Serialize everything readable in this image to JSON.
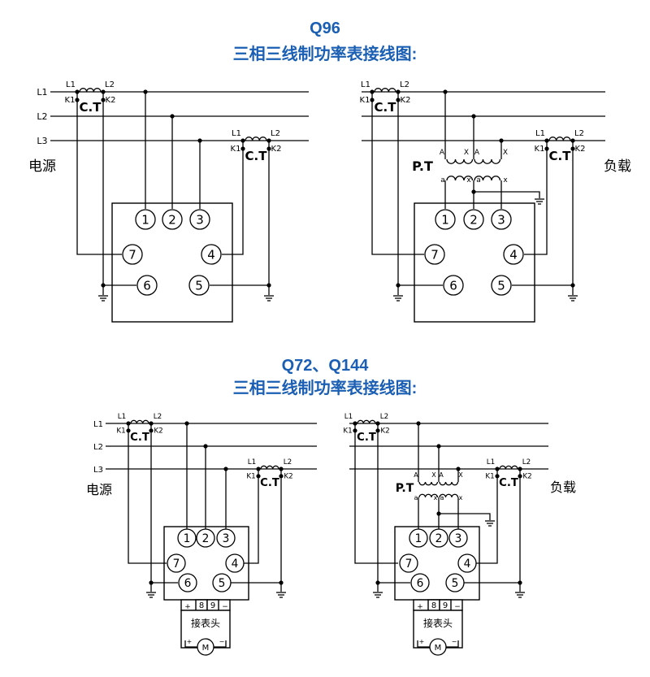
{
  "titles": {
    "q96_model": "Q96",
    "q96_caption": "三相三线制功率表接线图:",
    "q72_model": "Q72、Q144",
    "q72_caption": "三相三线制功率表接线图:"
  },
  "labels": {
    "L1": "L1",
    "L2": "L2",
    "L3": "L3",
    "K1": "K1",
    "K2": "K2",
    "ct": "C.T",
    "pt": "P.T",
    "source": "电源",
    "load": "负载",
    "A": "A",
    "X": "X",
    "a": "a",
    "x": "x",
    "connector": "接表头",
    "motor": "M",
    "plus": "+",
    "minus": "−"
  },
  "terminals": [
    "1",
    "2",
    "3",
    "4",
    "5",
    "6",
    "7",
    "8",
    "9"
  ]
}
